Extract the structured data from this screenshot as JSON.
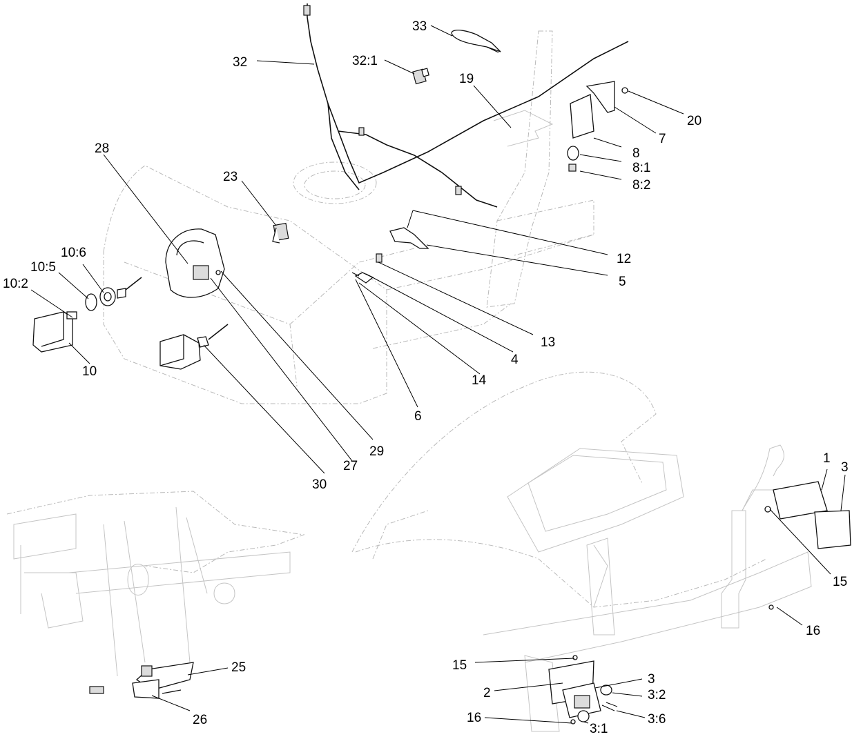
{
  "callouts": {
    "c1": "1",
    "c2": "2",
    "c3a": "3",
    "c3b": "3",
    "c3_1": "3:1",
    "c3_2": "3:2",
    "c3_6": "3:6",
    "c4": "4",
    "c5": "5",
    "c6": "6",
    "c7": "7",
    "c8": "8",
    "c8_1": "8:1",
    "c8_2": "8:2",
    "c10": "10",
    "c10_2": "10:2",
    "c10_5": "10:5",
    "c10_6": "10:6",
    "c12": "12",
    "c13": "13",
    "c14": "14",
    "c15a": "15",
    "c15b": "15",
    "c16a": "16",
    "c16b": "16",
    "c19": "19",
    "c20": "20",
    "c23": "23",
    "c25": "25",
    "c26": "26",
    "c27": "27",
    "c28": "28",
    "c29": "29",
    "c30": "30",
    "c32": "32",
    "c32_1": "32:1",
    "c33": "33"
  }
}
